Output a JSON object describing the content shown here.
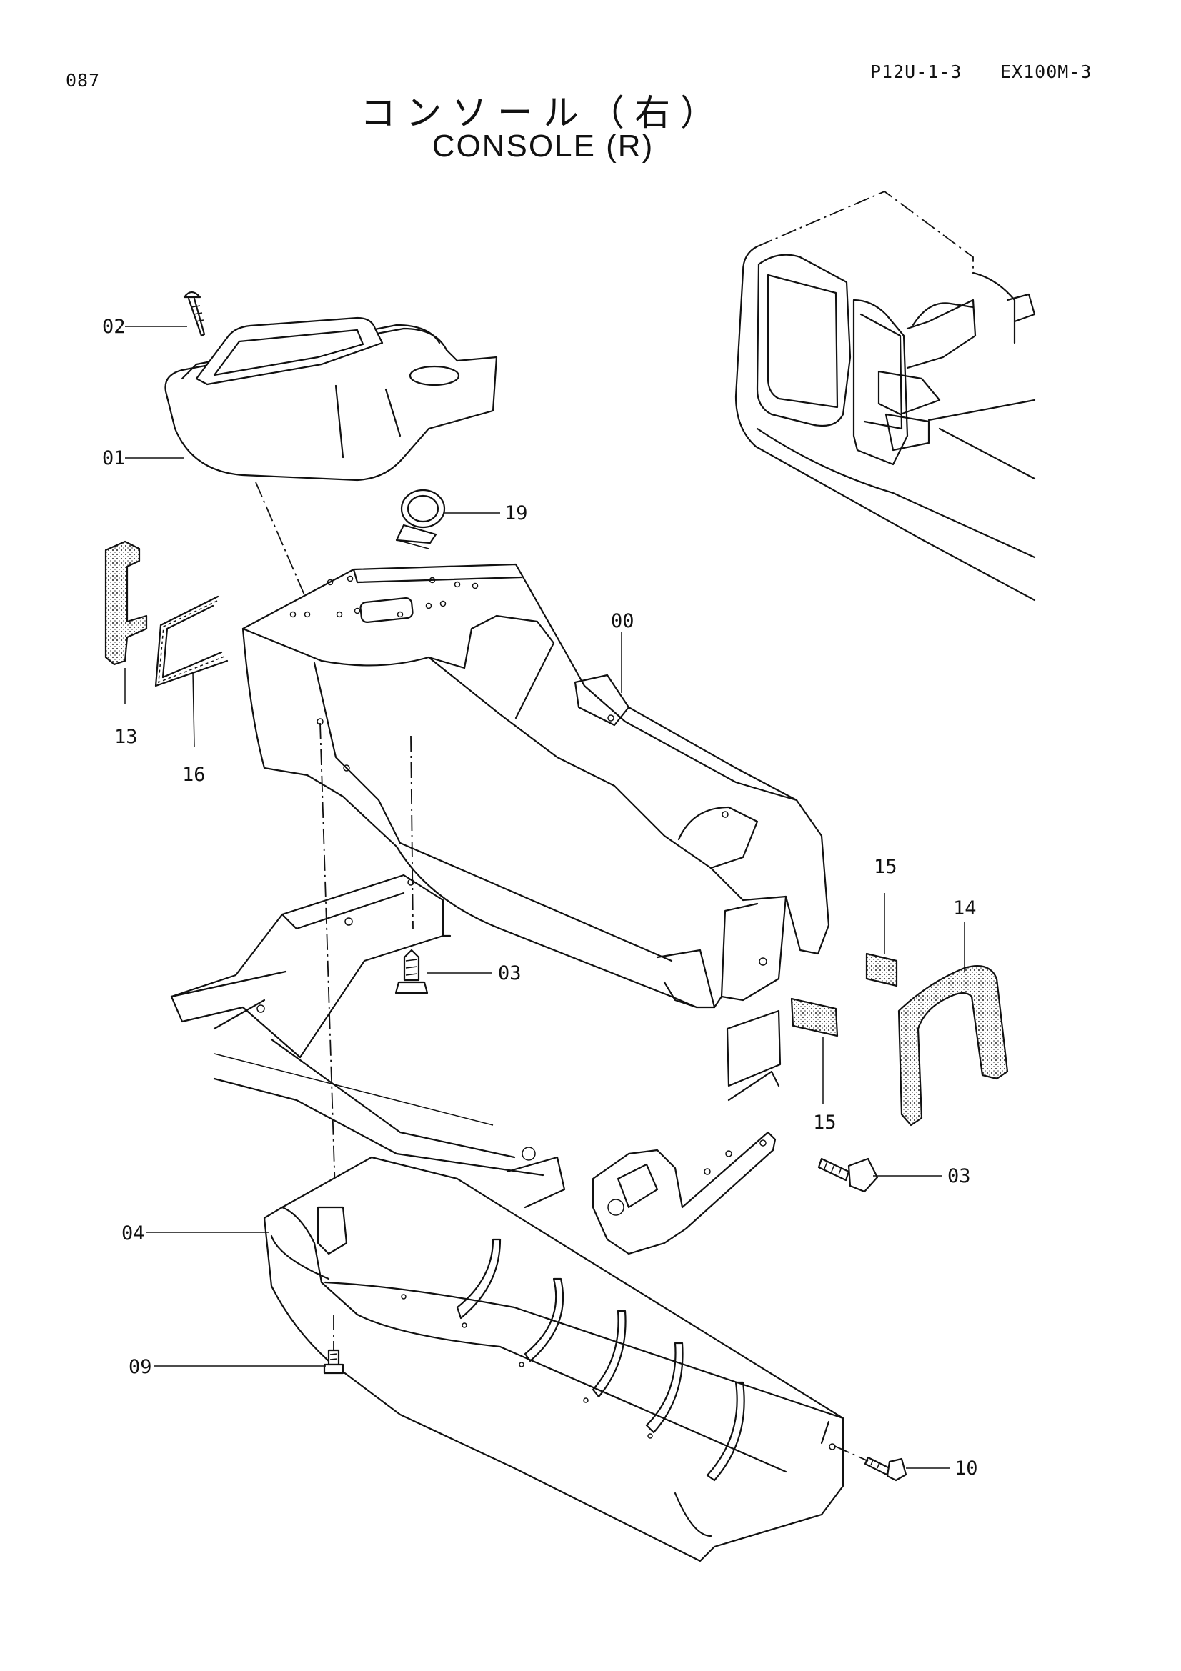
{
  "header": {
    "page_number": "087",
    "ref_code": "P12U-1-3",
    "model": "EX100M-3"
  },
  "title": {
    "japanese": "コンソール（右）",
    "english": "CONSOLE (R)"
  },
  "callouts": {
    "c00": "00",
    "c01": "01",
    "c02": "02",
    "c03a": "03",
    "c03b": "03",
    "c04": "04",
    "c09": "09",
    "c10": "10",
    "c13": "13",
    "c14": "14",
    "c15a": "15",
    "c15b": "15",
    "c16": "16",
    "c19": "19"
  }
}
